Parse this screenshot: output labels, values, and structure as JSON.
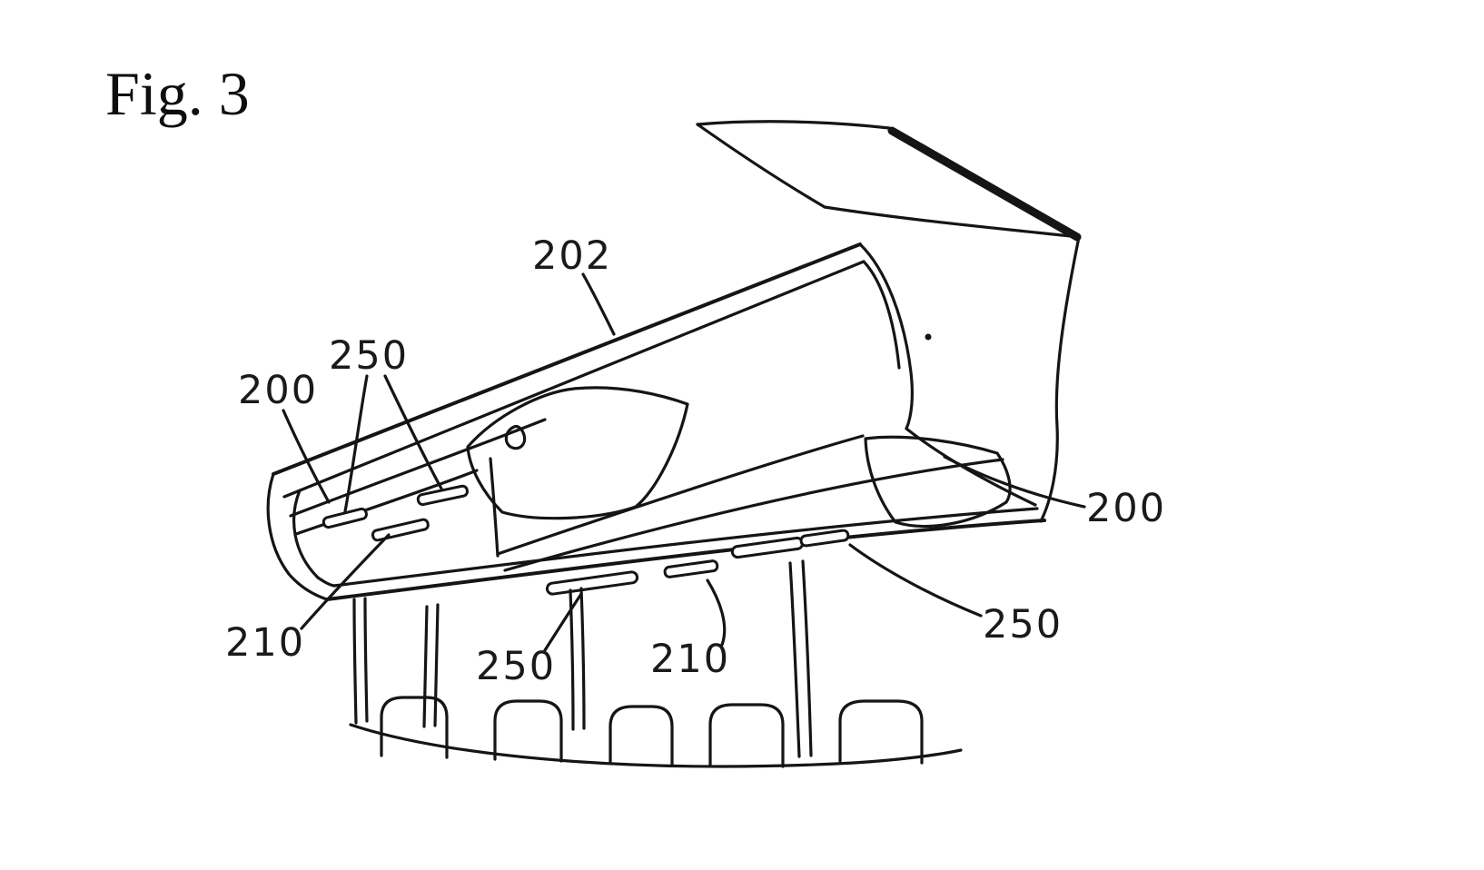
{
  "figure": {
    "title": "Fig. 3",
    "reference_labels": {
      "ref_202": "202",
      "ref_250_top": "250",
      "ref_200_left": "200",
      "ref_200_right": "200",
      "ref_250_right": "250",
      "ref_210_left": "210",
      "ref_250_bottom": "250",
      "ref_210_bottom": "210"
    },
    "colors": {
      "ink": "#151515",
      "background": "#ffffff"
    }
  }
}
